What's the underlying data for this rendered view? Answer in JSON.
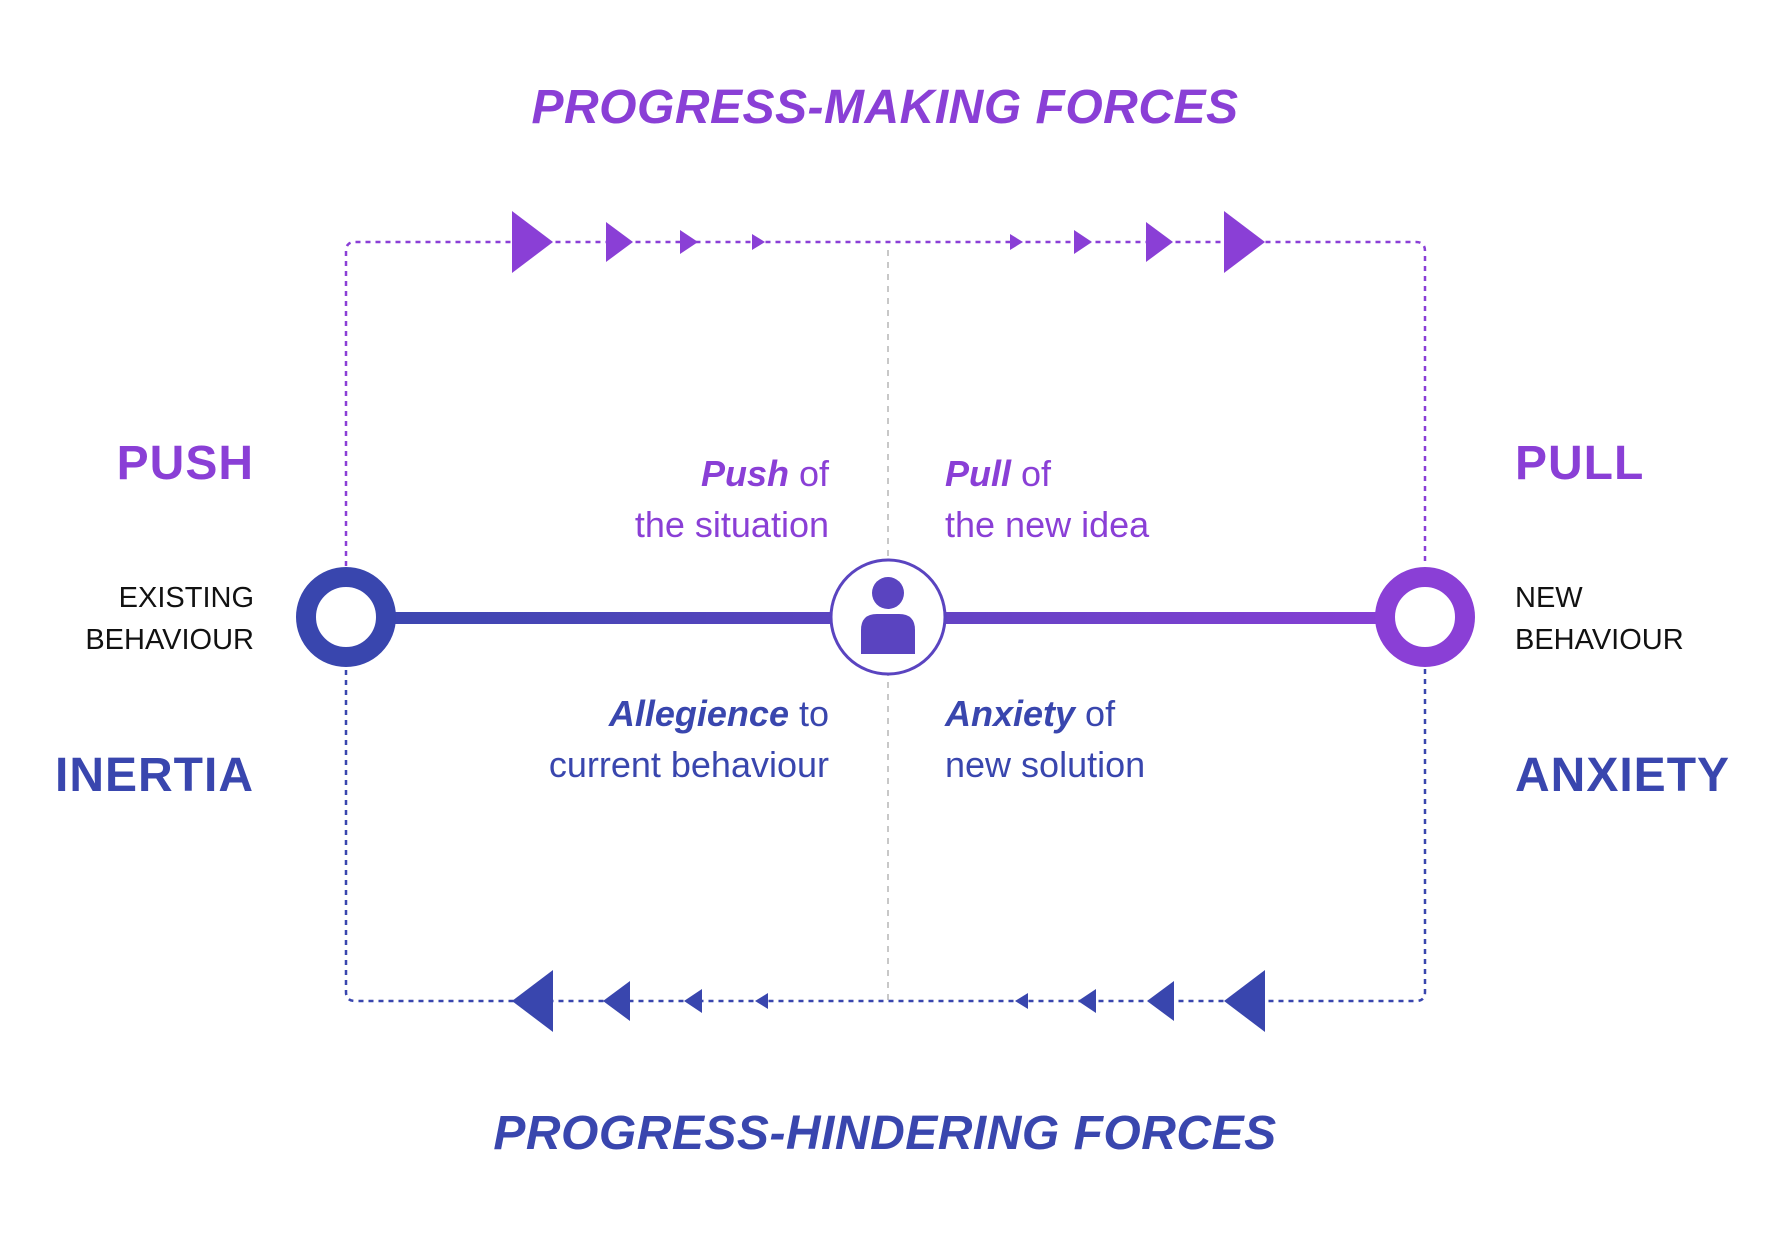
{
  "colors": {
    "purple": "#8a3fd6",
    "blue": "#3946ae",
    "text_dark": "#111111",
    "center_line": "#c8c8c8"
  },
  "headings": {
    "top": "PROGRESS-MAKING FORCES",
    "bottom": "PROGRESS-HINDERING FORCES"
  },
  "left": {
    "top_label": "PUSH",
    "behaviour_line1": "EXISTING",
    "behaviour_line2": "BEHAVIOUR",
    "bottom_label": "INERTIA"
  },
  "right": {
    "top_label": "PULL",
    "behaviour_line1": "NEW",
    "behaviour_line2": "BEHAVIOUR",
    "bottom_label": "ANXIETY"
  },
  "quadrants": {
    "top_left": {
      "emphasis": "Push",
      "rest": " of",
      "line2": "the situation"
    },
    "top_right": {
      "emphasis": "Pull",
      "rest": " of",
      "line2": "the new idea"
    },
    "bottom_left": {
      "emphasis": "Allegience",
      "rest": " to",
      "line2": "current behaviour"
    },
    "bottom_right": {
      "emphasis": "Anxiety",
      "rest": " of",
      "line2": "new solution"
    }
  },
  "icons": {
    "center": "person-icon",
    "left_node": "existing-behaviour-node-icon",
    "right_node": "new-behaviour-node-icon",
    "top_arrows": "arrow-right-icon",
    "bottom_arrows": "arrow-left-icon"
  }
}
